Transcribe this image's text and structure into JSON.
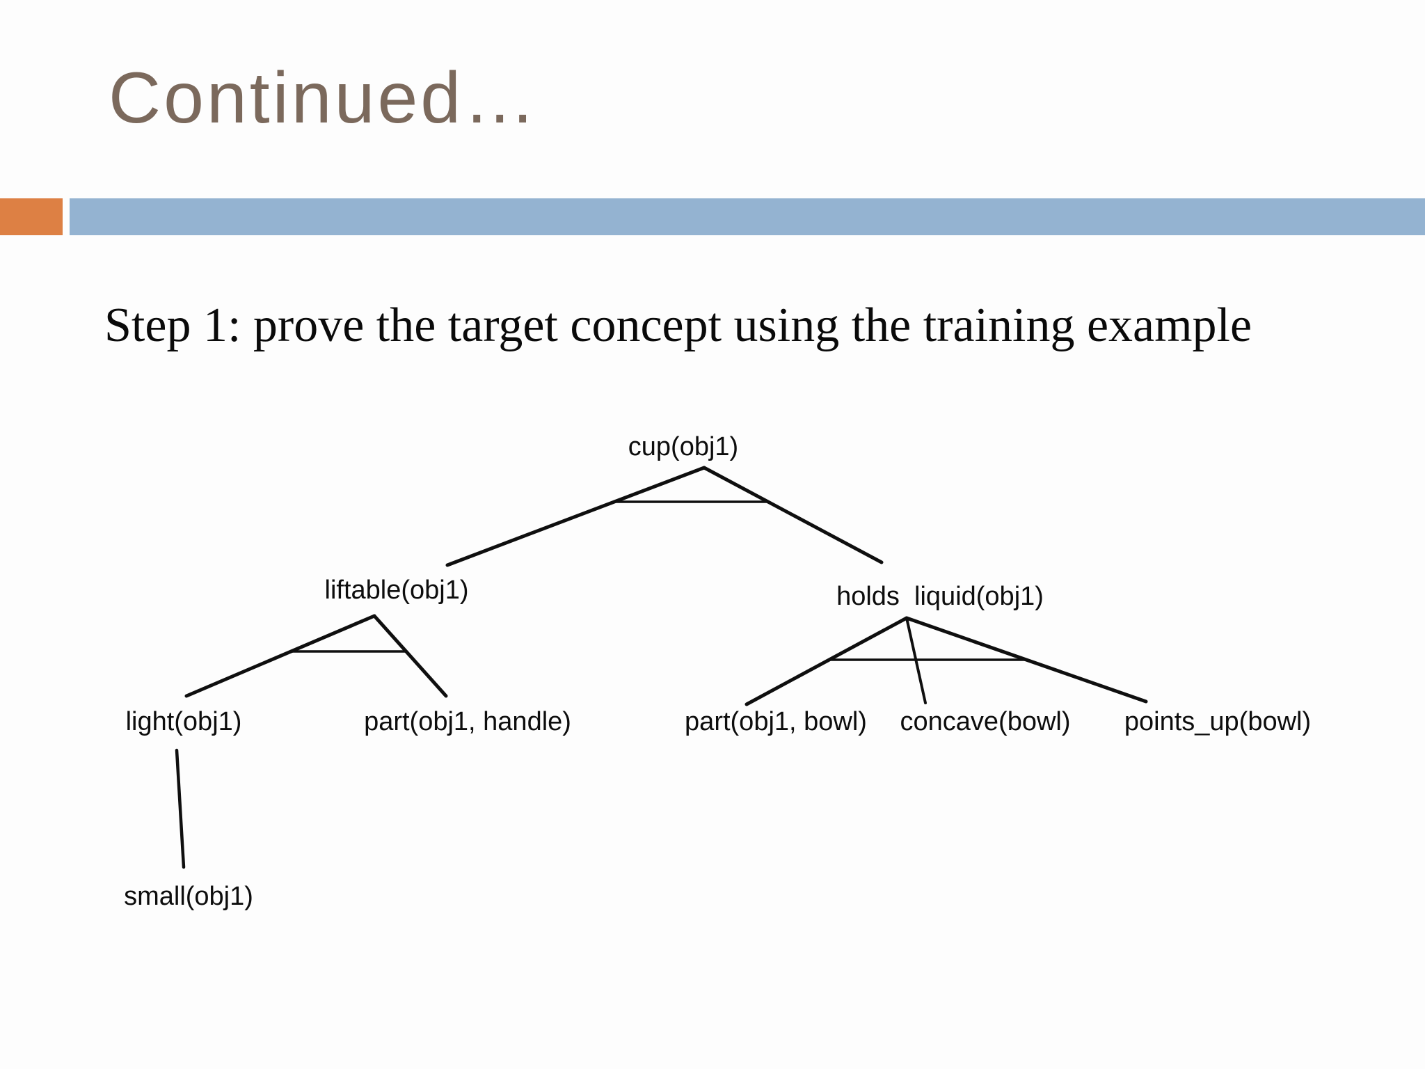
{
  "slide": {
    "title": "Continued…",
    "caption": "Step 1: prove the target concept using the training example"
  },
  "theme": {
    "background": "#fdfdfd",
    "title_color": "#7b695c",
    "accent_orange": "#dd8044",
    "band_blue": "#94b3d1",
    "line_color": "#0f0f0f"
  },
  "tree": {
    "nodes": {
      "cup": {
        "label": "cup(obj1)"
      },
      "liftable": {
        "label": "liftable(obj1)"
      },
      "holds_liquid": {
        "label": "holds  liquid(obj1)"
      },
      "light": {
        "label": "light(obj1)"
      },
      "part_handle": {
        "label": "part(obj1, handle)"
      },
      "part_bowl": {
        "label": "part(obj1, bowl)"
      },
      "concave": {
        "label": "concave(bowl)"
      },
      "points_up": {
        "label": "points_up(bowl)"
      },
      "small": {
        "label": "small(obj1)"
      }
    },
    "edges": [
      "cup → liftable",
      "cup → holds_liquid",
      "liftable → light",
      "liftable → part_handle",
      "holds_liquid → part_bowl",
      "holds_liquid → concave",
      "holds_liquid → points_up",
      "light → small"
    ]
  }
}
